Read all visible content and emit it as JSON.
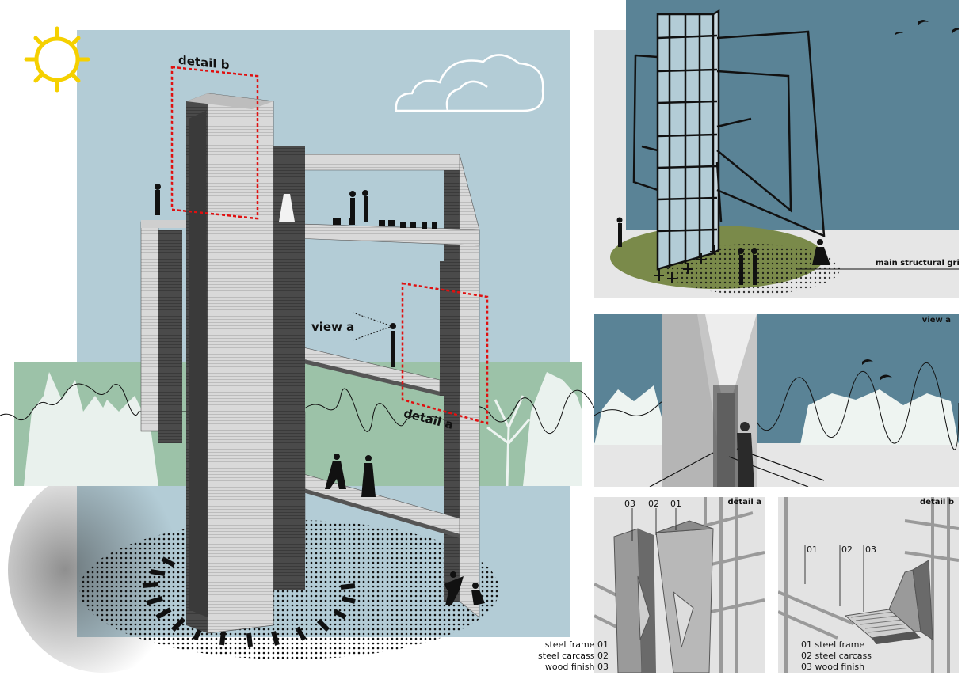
{
  "main": {
    "label_detail_b": "detail b",
    "label_view_a": "view a",
    "label_detail_a": "detail a"
  },
  "grid_panel": {
    "label": "main structural grid"
  },
  "view_panel": {
    "label": "view a"
  },
  "detail_a": {
    "title": "detail a",
    "numbers": [
      "03",
      "02",
      "01"
    ]
  },
  "detail_b": {
    "title": "detail b",
    "numbers": [
      "01",
      "02",
      "03"
    ]
  },
  "legend_left": [
    "steel frame 01",
    "steel carcass 02",
    "wood finish 03"
  ],
  "legend_right": [
    "01 steel frame",
    "02 steel carcass",
    "03 wood finish"
  ],
  "colors": {
    "sky": "#b3ccd6",
    "dark_teal": "#5a8396",
    "tree_band": "#9cc2a8",
    "olive": "#7a8a4a",
    "sun": "#f5d000",
    "detail_marker": "#e01010"
  }
}
